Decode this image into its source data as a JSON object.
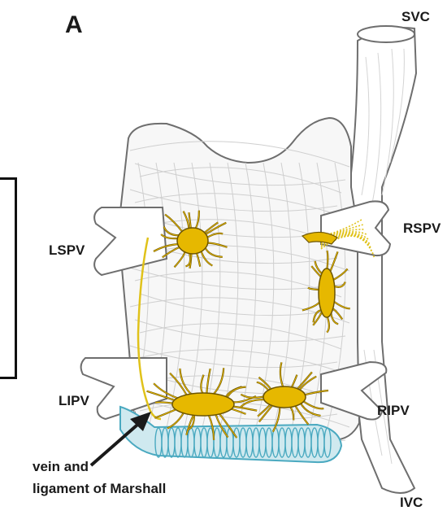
{
  "panel_label": "A",
  "labels": {
    "svc": "SVC",
    "ivc": "IVC",
    "lspv": "LSPV",
    "rspv": "RSPV",
    "lipv": "LIPV",
    "ripv": "RIPV",
    "marshall_line1": "vein and",
    "marshall_line2": "ligament of Marshall"
  },
  "colors": {
    "outline": "#6e6e6e",
    "fiber": "#cfcfcf",
    "ganglion_fill": "#e6b800",
    "ganglion_stroke": "#6b5400",
    "nerve_line": "#e0c21a",
    "sinus_fill": "#cfe9ef",
    "sinus_stroke": "#4aa9c0",
    "arrow": "#1a1a1a",
    "text": "#1a1a1a"
  }
}
